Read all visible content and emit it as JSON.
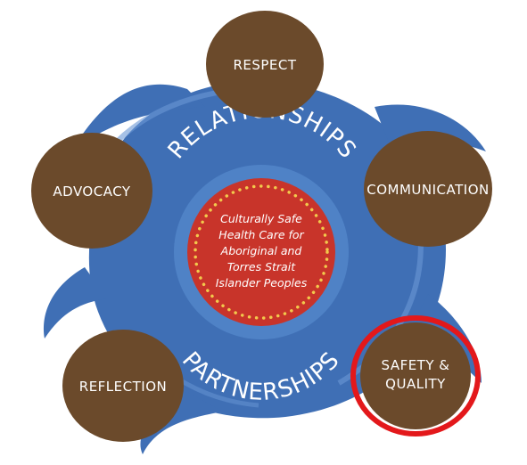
{
  "center": {
    "lines": [
      "Culturally Safe",
      "Health Care for",
      "Aboriginal and",
      "Torres Strait",
      "Islander Peoples"
    ]
  },
  "ring": {
    "top_word": "RELATIONSHIPS",
    "bottom_word": "PARTNERSHIPS"
  },
  "nodes": {
    "respect": "RESPECT",
    "communication": "COMMUNICATION",
    "safety_line1": "SAFETY &",
    "safety_line2": "QUALITY",
    "reflection": "REFLECTION",
    "advocacy": "ADVOCACY"
  },
  "colors": {
    "blue": "#3f6fb5",
    "light_blue": "#5d8fd1",
    "brown": "#6b4a2b",
    "red": "#c8342a",
    "highlight": "#e3181b",
    "dots": "#f2c94c"
  }
}
